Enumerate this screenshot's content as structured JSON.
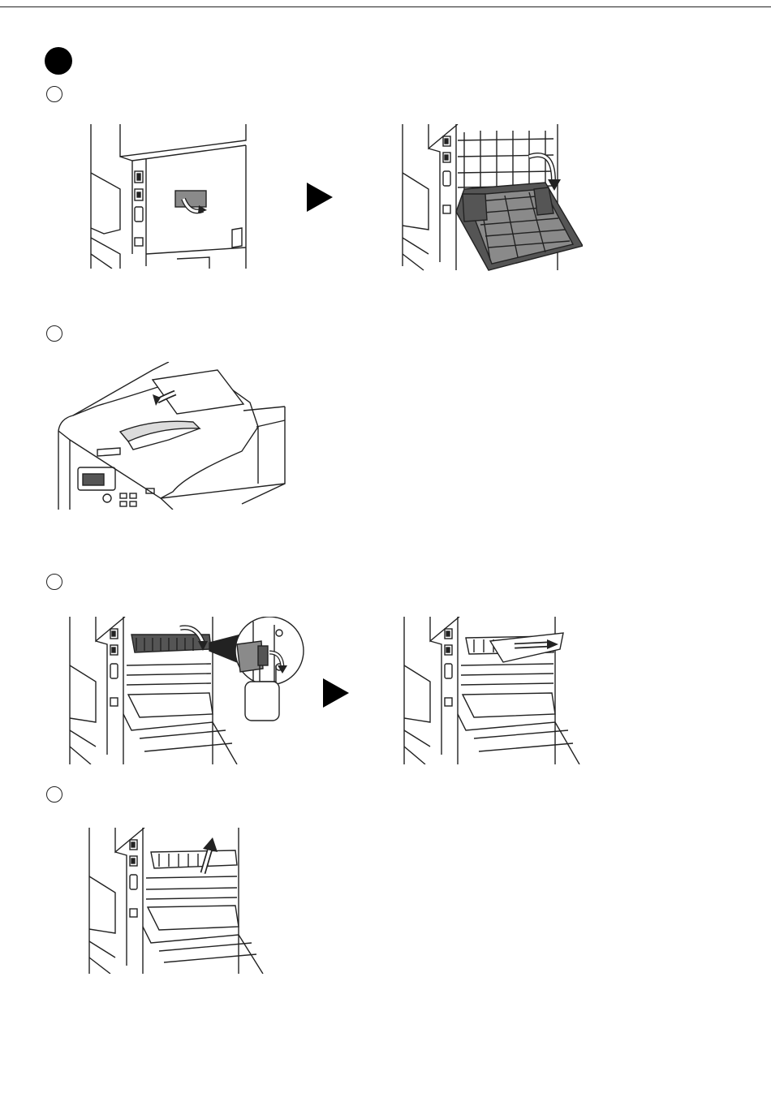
{
  "document": {
    "type": "printer-manual-page",
    "content": "illustrations-only",
    "steps": [
      {
        "id": "step-1",
        "substeps": 4
      }
    ],
    "illustrations": [
      {
        "name": "open-side-cover-handle",
        "icon": "curved-arrow-down-icon"
      },
      {
        "name": "side-cover-opened",
        "icon": "curved-arrow-down-icon"
      },
      {
        "name": "remove-paper-from-output-tray",
        "icon": "arrow-left-icon"
      },
      {
        "name": "lower-fuser-lever",
        "icon": "curved-arrow-down-icon"
      },
      {
        "name": "pull-out-jammed-paper",
        "icon": "arrow-right-icon"
      },
      {
        "name": "raise-fuser-lever",
        "icon": "arrow-up-icon"
      }
    ],
    "colors": {
      "line": "#222222",
      "fill_dark": "#555555",
      "fill_mid": "#8a8a8a",
      "fill_light": "#dcdcdc",
      "background": "#ffffff"
    }
  }
}
